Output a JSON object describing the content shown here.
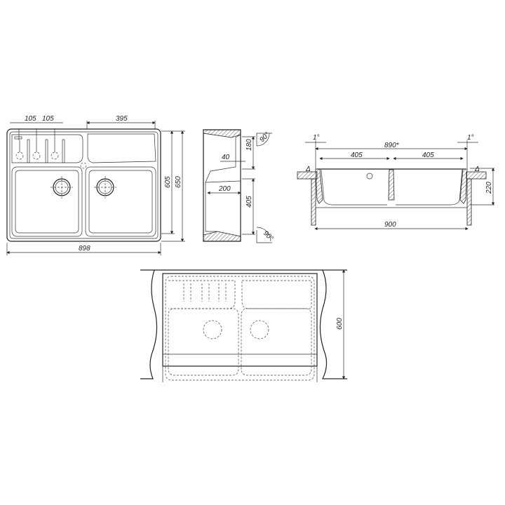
{
  "top_view": {
    "dim_slot1": "105",
    "dim_slot2": "105",
    "dim_shelf": "395",
    "dim_width": "898",
    "dim_bowl_depth": "605",
    "dim_depth": "650"
  },
  "side_view": {
    "dim_shelf_height": "180",
    "dim_rim": "40",
    "dim_bowl_depth": "200",
    "dim_bowl_length": "405",
    "angle_top": "90°",
    "angle_bottom": "90°"
  },
  "front_section": {
    "tolerance_left": "1°",
    "tolerance_right": "1°",
    "dim_cutout": "890*",
    "dim_bowl_left": "405",
    "dim_bowl_right": "405",
    "delta_left": "Δ",
    "delta_right": "Δ",
    "dim_height": "220",
    "dim_cabinet": "900"
  },
  "install_view": {
    "dim_countertop_depth": "600"
  }
}
